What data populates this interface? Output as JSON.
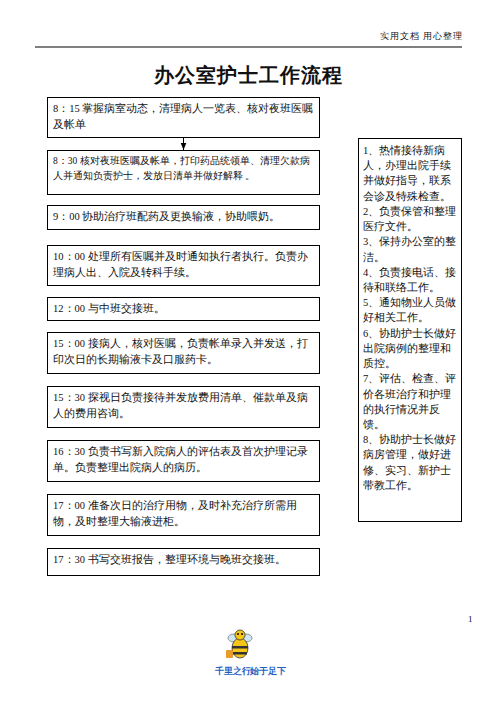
{
  "diagram": {
    "title": "办公室护士工作流程",
    "nodes": [
      {
        "text": [
          "8：15 掌握病室动态，清理病人一览表、核对夜班医嘱及帐单"
        ]
      },
      {
        "text": [
          "8：30 核对夜班医嘱及帐单，打印药品统领单、清理欠款病人并通知负责护士，发放日清单并做好解释 。"
        ]
      },
      {
        "text": [
          "9：00 协助治疗班配药及更换输液，协助喂奶。"
        ]
      },
      {
        "text": [
          "10：00 处理所有医嘱并及时通知执行者执行。负责办理病人出、入院及转科手续。"
        ]
      },
      {
        "text": [
          "12：00 与中班交接班。"
        ]
      },
      {
        "text": [
          "15：00 接病人，核对医嘱，负责帐单录入并发送，打印次日的长期输液卡及口服药卡。"
        ]
      },
      {
        "text": [
          "15：30 探视日负责接待并发放费用清单、催款单及病人的费用咨询。"
        ]
      },
      {
        "text": [
          "16：30 负责书写新入院病人的评估表及首次护理记录单。负责整理出院病人的病历。"
        ]
      },
      {
        "text": [
          "17：00 准备次日的治疗用物，及时补充治疗所需用物，及时整理大输液进柜。"
        ]
      },
      {
        "text": [
          "17：30 书写交班报告，整理环境与晚班交接班。"
        ]
      },
      {
        "text": [
          "1、热情接待新病人，办理出院手续并做好指导，联系会诊及特殊检查。",
          "2、负责保管和整理医疗文件。",
          "3、保持办公室的整洁。",
          "4、负责接电话、接待和联络工作。",
          "5、通知物业人员做好相关工作。",
          "6、协助护士长做好出院病例的整理和质控。",
          "7、评估、检查、评价各班治疗和护理的执行情况并反馈。",
          "8、协助护士长做好病房管理，做好进修、实习、新护士带教工作。"
        ]
      }
    ],
    "edges": [
      {
        "from": 0,
        "to": 1,
        "arrow": "to"
      }
    ],
    "labels": [
      "实用文档 用心整理",
      "1",
      "千里之行",
      "始于足下"
    ]
  }
}
